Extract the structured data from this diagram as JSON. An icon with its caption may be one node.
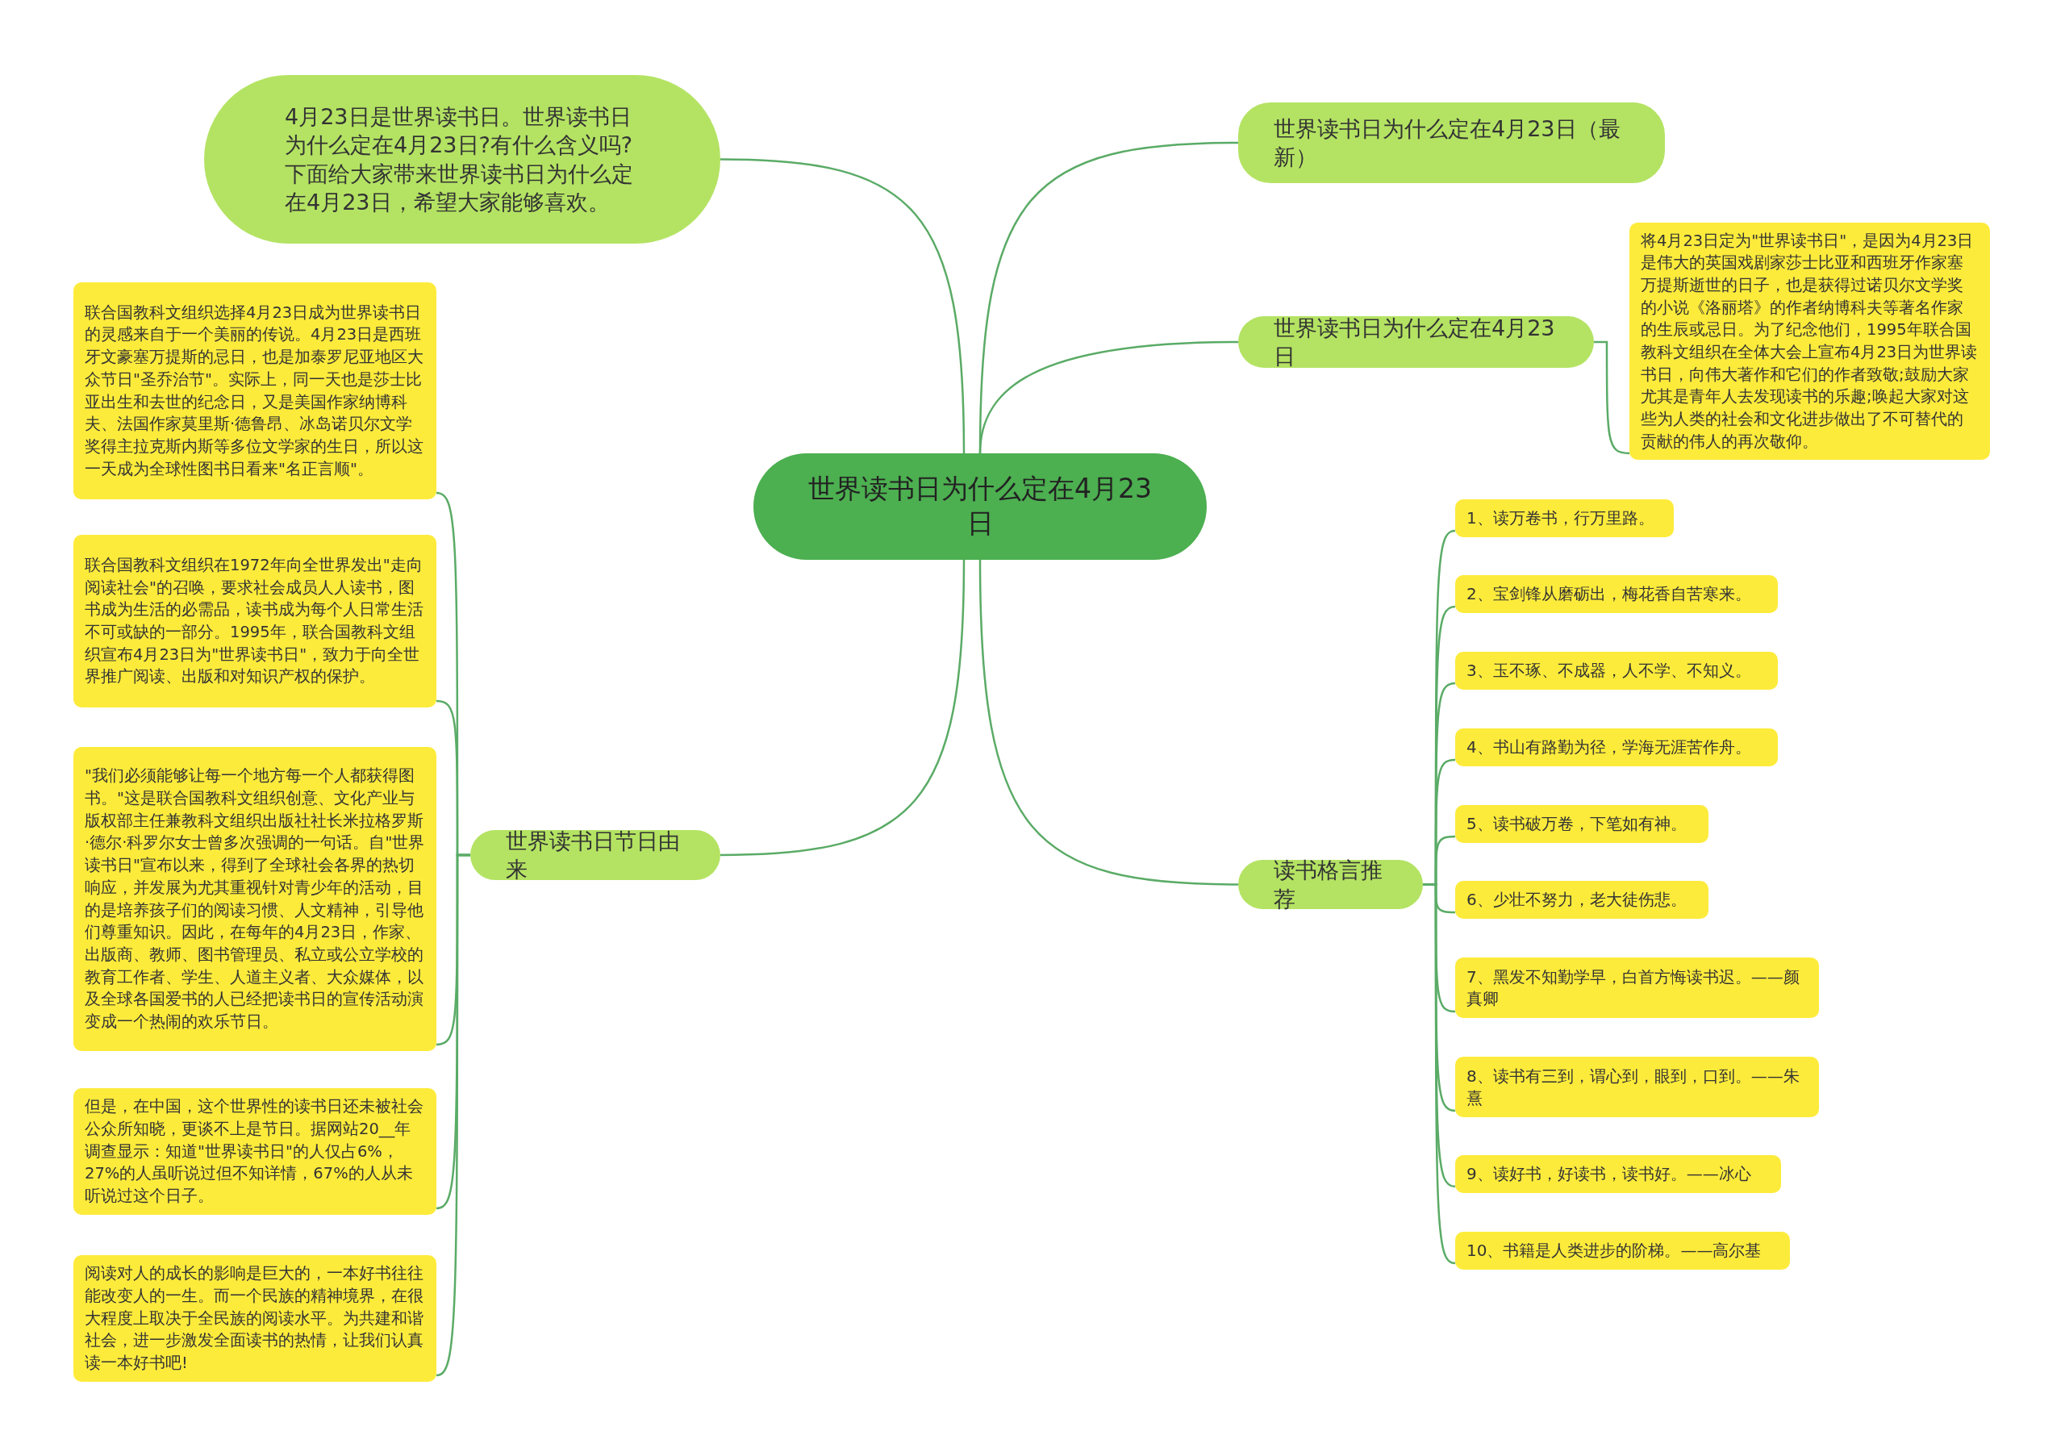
{
  "diagram": {
    "nodes": [
      {
        "text": [
          "世界读书日为什么定在4月23日"
        ]
      },
      {
        "text": [
          "4月23日是世界读书日。世界读书日为什么定在4月23日?有什么含义吗?下面给大家带来世界读书日为什么定在4月23日，希望大家能够喜欢。"
        ]
      },
      {
        "text": [
          "世界读书日为什么定在4月23日（最新）"
        ]
      },
      {
        "text": [
          "世界读书日为什么定在4月23日"
        ]
      },
      {
        "text": [
          "将4月23日定为\"世界读书日\"，是因为4月23日是伟大的英国戏剧家莎士比亚和西班牙作家塞万提斯逝世的日子，也是获得过诺贝尔文学奖的小说《洛丽塔》的作者纳博科夫等著名作家的生辰或忌日。为了纪念他们，1995年联合国教科文组织在全体大会上宣布4月23日为世界读书日，向伟大著作和它们的作者致敬;鼓励大家尤其是青年人去发现读书的乐趣;唤起大家对这些为人类的社会和文化进步做出了不可替代的贡献的伟人的再次敬仰。"
        ]
      },
      {
        "text": [
          "读书格言推荐"
        ]
      },
      {
        "text": [
          "1、读万卷书，行万里路。"
        ]
      },
      {
        "text": [
          "2、宝剑锋从磨砺出，梅花香自苦寒来。"
        ]
      },
      {
        "text": [
          "3、玉不琢、不成器，人不学、不知义。"
        ]
      },
      {
        "text": [
          "4、书山有路勤为径，学海无涯苦作舟。"
        ]
      },
      {
        "text": [
          "5、读书破万卷，下笔如有神。"
        ]
      },
      {
        "text": [
          "6、少壮不努力，老大徒伤悲。"
        ]
      },
      {
        "text": [
          "7、黑发不知勤学早，白首方悔读书迟。——颜真卿"
        ]
      },
      {
        "text": [
          "8、读书有三到，谓心到，眼到，口到。——朱熹"
        ]
      },
      {
        "text": [
          "9、读好书，好读书，读书好。——冰心"
        ]
      },
      {
        "text": [
          "10、书籍是人类进步的阶梯。——高尔基"
        ]
      },
      {
        "text": [
          "世界读书日节日由来"
        ]
      },
      {
        "text": [
          "联合国教科文组织选择4月23日成为世界读书日的灵感来自于一个美丽的传说。4月23日是西班牙文豪塞万提斯的忌日，也是加泰罗尼亚地区大众节日\"圣乔治节\"。实际上，同一天也是莎士比亚出生和去世的纪念日，又是美国作家纳博科夫、法国作家莫里斯·德鲁昂、冰岛诺贝尔文学奖得主拉克斯内斯等多位文学家的生日，所以这一天成为全球性图书日看来\"名正言顺\"。"
        ]
      },
      {
        "text": [
          "联合国教科文组织在1972年向全世界发出\"走向阅读社会\"的召唤，要求社会成员人人读书，图书成为生活的必需品，读书成为每个人日常生活不可或缺的一部分。1995年，联合国教科文组织宣布4月23日为\"世界读书日\"，致力于向全世界推广阅读、出版和对知识产权的保护。"
        ]
      },
      {
        "text": [
          "\"我们必须能够让每一个地方每一个人都获得图书。\"这是联合国教科文组织创意、文化产业与版权部主任兼教科文组织出版社社长米拉格罗斯·德尔·科罗尔女士曾多次强调的一句话。自\"世界读书日\"宣布以来，得到了全球社会各界的热切响应，并发展为尤其重视针对青少年的活动，目的是培养孩子们的阅读习惯、人文精神，引导他们尊重知识。因此，在每年的4月23日，作家、出版商、教师、图书管理员、私立或公立学校的教育工作者、学生、人道主义者、大众媒体，以及全球各国爱书的人已经把读书日的宣传活动演变成一个热闹的欢乐节日。"
        ]
      },
      {
        "text": [
          "但是，在中国，这个世界性的读书日还未被社会公众所知晓，更谈不上是节日。据网站20__年调查显示：知道\"世界读书日\"的人仅占6%，27%的人虽听说过但不知详情，67%的人从未听说过这个日子。"
        ]
      },
      {
        "text": [
          "阅读对人的成长的影响是巨大的，一本好书往往能改变人的一生。而一个民族的精神境界，在很大程度上取决于全民族的阅读水平。为共建和谐社会，进一步激发全面读书的热情，让我们认真读一本好书吧!"
        ]
      }
    ],
    "edges": [
      {
        "from": 0,
        "to": 1,
        "arrow": "none"
      },
      {
        "from": 0,
        "to": 2,
        "arrow": "none"
      },
      {
        "from": 0,
        "to": 3,
        "arrow": "none"
      },
      {
        "from": 3,
        "to": 4,
        "arrow": "none"
      },
      {
        "from": 0,
        "to": 5,
        "arrow": "none"
      },
      {
        "from": 5,
        "to": 6,
        "arrow": "none"
      },
      {
        "from": 5,
        "to": 7,
        "arrow": "none"
      },
      {
        "from": 5,
        "to": 8,
        "arrow": "none"
      },
      {
        "from": 5,
        "to": 9,
        "arrow": "none"
      },
      {
        "from": 5,
        "to": 10,
        "arrow": "none"
      },
      {
        "from": 5,
        "to": 11,
        "arrow": "none"
      },
      {
        "from": 5,
        "to": 12,
        "arrow": "none"
      },
      {
        "from": 5,
        "to": 13,
        "arrow": "none"
      },
      {
        "from": 5,
        "to": 14,
        "arrow": "none"
      },
      {
        "from": 5,
        "to": 15,
        "arrow": "none"
      },
      {
        "from": 0,
        "to": 16,
        "arrow": "none"
      },
      {
        "from": 16,
        "to": 17,
        "arrow": "none"
      },
      {
        "from": 16,
        "to": 18,
        "arrow": "none"
      },
      {
        "from": 16,
        "to": 19,
        "arrow": "none"
      },
      {
        "from": 16,
        "to": 20,
        "arrow": "none"
      },
      {
        "from": 16,
        "to": 21,
        "arrow": "none"
      }
    ]
  }
}
